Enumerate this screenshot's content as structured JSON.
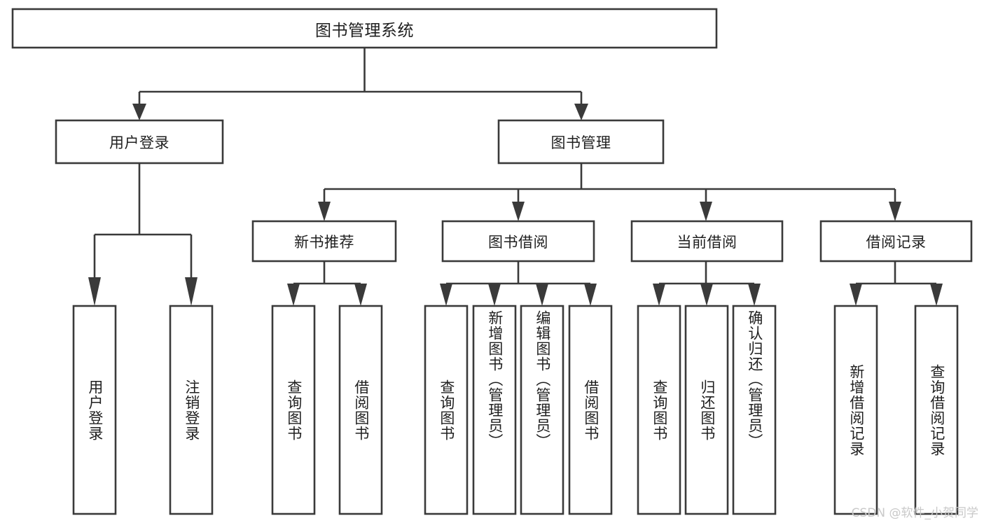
{
  "diagram": {
    "type": "tree-hierarchy-chart",
    "title": "图书管理系统",
    "orientation": "top-down",
    "colors": {
      "stroke": "#3a3a3a",
      "fill": "#ffffff",
      "text": "#1f1f1f",
      "background": "#ffffff",
      "watermark": "#c9c9c9"
    },
    "root": {
      "label": "图书管理系统"
    },
    "level2": [
      {
        "id": "user-login",
        "label": "用户登录"
      },
      {
        "id": "book-management",
        "label": "图书管理"
      }
    ],
    "level3": [
      {
        "id": "new-book-recommend",
        "label": "新书推荐",
        "parent": "book-management"
      },
      {
        "id": "book-borrow",
        "label": "图书借阅",
        "parent": "book-management"
      },
      {
        "id": "current-borrow",
        "label": "当前借阅",
        "parent": "book-management"
      },
      {
        "id": "borrow-record",
        "label": "借阅记录",
        "parent": "book-management"
      }
    ],
    "leaves": {
      "user-login": [
        {
          "id": "leaf-user-login",
          "label": "用户登录"
        },
        {
          "id": "leaf-logout-login",
          "label": "注销登录"
        }
      ],
      "new-book-recommend": [
        {
          "id": "leaf-query-book-1",
          "label": "查询图书"
        },
        {
          "id": "leaf-borrow-book-1",
          "label": "借阅图书"
        }
      ],
      "book-borrow": [
        {
          "id": "leaf-query-book-2",
          "label": "查询图书"
        },
        {
          "id": "leaf-add-book",
          "label": "新增图书（管理员）"
        },
        {
          "id": "leaf-edit-book",
          "label": "编辑图书（管理员）"
        },
        {
          "id": "leaf-borrow-book-2",
          "label": "借阅图书"
        }
      ],
      "current-borrow": [
        {
          "id": "leaf-query-book-3",
          "label": "查询图书"
        },
        {
          "id": "leaf-return-book",
          "label": "归还图书"
        },
        {
          "id": "leaf-confirm-return",
          "label": "确认归还（管理员）"
        }
      ],
      "borrow-record": [
        {
          "id": "leaf-add-record",
          "label": "新增借阅记录"
        },
        {
          "id": "leaf-query-record",
          "label": "查询借阅记录"
        }
      ]
    }
  },
  "watermark": {
    "text": "CSDN @软件_小贺同学"
  }
}
